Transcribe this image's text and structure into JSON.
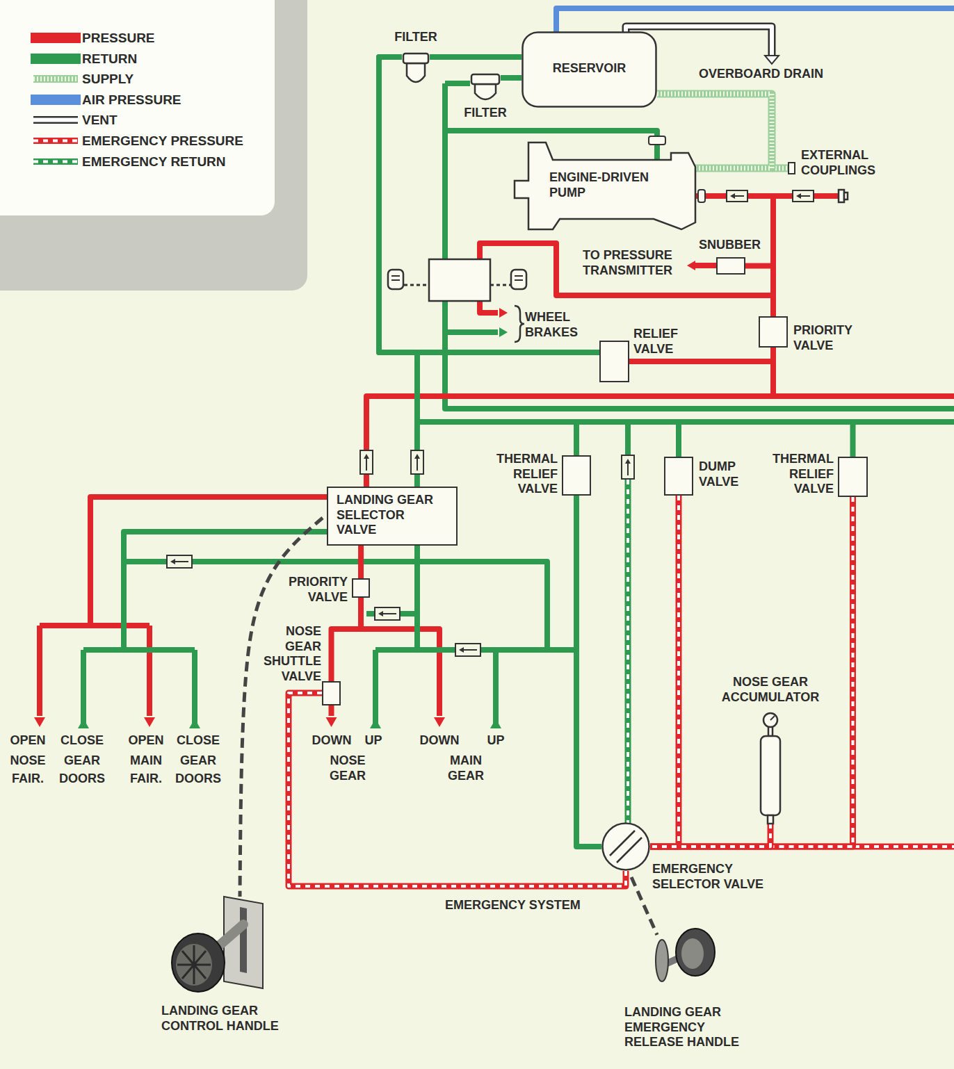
{
  "diagram": {
    "nodes": [
      {
        "text": [
          "FILTER"
        ]
      },
      {
        "text": [
          "RESERVOIR"
        ]
      },
      {
        "text": [
          "FILTER"
        ]
      },
      {
        "text": [
          "EXTERNAL COUPLINGS"
        ]
      },
      {
        "text": [
          "ENGINE-DRIVEN PUMP"
        ]
      },
      {
        "text": [
          "SNUBBER"
        ]
      },
      {
        "text": [
          "PRIORITY VALVE"
        ]
      },
      {
        "text": [
          "RELIEF VALVE"
        ]
      },
      {
        "text": [
          "LANDING GEAR SELECTOR VALVE"
        ]
      },
      {
        "text": [
          "THERMAL RELIEF VALVE"
        ]
      },
      {
        "text": [
          "DUMP VALVE"
        ]
      },
      {
        "text": [
          "THERMAL RELIEF VALVE"
        ]
      },
      {
        "text": [
          "PRIORITY VALVE"
        ]
      },
      {
        "text": [
          "NOSE GEAR SHUTTLE VALVE"
        ]
      },
      {
        "text": [
          "NOSE GEAR ACCUMULATOR"
        ]
      },
      {
        "text": [
          "EMERGENCY SELECTOR VALVE"
        ]
      }
    ],
    "edges": [
      {
        "from": 4,
        "to": 6,
        "arrow": "none"
      },
      {
        "from": 4,
        "to": 5,
        "arrow": "none"
      },
      {
        "from": 4,
        "to": 3,
        "arrow": "none"
      },
      {
        "from": 6,
        "to": 7,
        "arrow": "none"
      },
      {
        "from": 7,
        "to": 0,
        "arrow": "none"
      },
      {
        "from": 6,
        "to": 8,
        "arrow": "none"
      },
      {
        "from": 8,
        "to": 0,
        "arrow": "none"
      },
      {
        "from": 8,
        "to": 12,
        "arrow": "none"
      },
      {
        "from": 12,
        "to": 13,
        "arrow": "none"
      },
      {
        "from": 1,
        "to": 4,
        "arrow": "none"
      },
      {
        "from": 0,
        "to": 1,
        "arrow": "none"
      },
      {
        "from": 2,
        "to": 1,
        "arrow": "none"
      },
      {
        "from": 9,
        "to": 15,
        "arrow": "none"
      },
      {
        "from": 10,
        "to": 15,
        "arrow": "none"
      },
      {
        "from": 11,
        "to": 15,
        "arrow": "none"
      },
      {
        "from": 14,
        "to": 15,
        "arrow": "none"
      },
      {
        "from": 15,
        "to": 13,
        "arrow": "none"
      }
    ],
    "labels": [
      "OVERBOARD DRAIN",
      "TO PRESSURE TRANSMITTER",
      "WHEEL BRAKES",
      "OPEN",
      "CLOSE",
      "OPEN",
      "CLOSE",
      "NOSE",
      "GEAR",
      "MAIN",
      "GEAR",
      "FAIR.",
      "DOORS",
      "FAIR.",
      "DOORS",
      "DOWN",
      "UP",
      "DOWN",
      "UP",
      "NOSE GEAR",
      "MAIN GEAR",
      "EMERGENCY SYSTEM",
      "LANDING GEAR CONTROL HANDLE",
      "LANDING GEAR EMERGENCY RELEASE HANDLE"
    ],
    "legend": [
      {
        "text": "PRESSURE",
        "color": "#e0262b"
      },
      {
        "text": "RETURN",
        "color": "#2e9a4f"
      },
      {
        "text": "SUPPLY"
      },
      {
        "text": "AIR PRESSURE",
        "color": "#5b8fd9"
      },
      {
        "text": "VENT"
      },
      {
        "text": "EMERGENCY PRESSURE"
      },
      {
        "text": "EMERGENCY RETURN"
      }
    ]
  }
}
